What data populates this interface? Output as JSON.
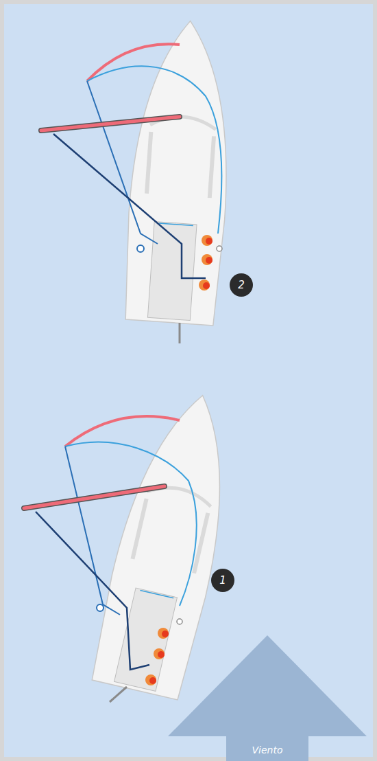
{
  "diagram": {
    "nodes": [
      {
        "text": [
          "2"
        ]
      },
      {
        "text": [
          "1"
        ]
      },
      {
        "text": [
          "Viento"
        ]
      }
    ]
  }
}
